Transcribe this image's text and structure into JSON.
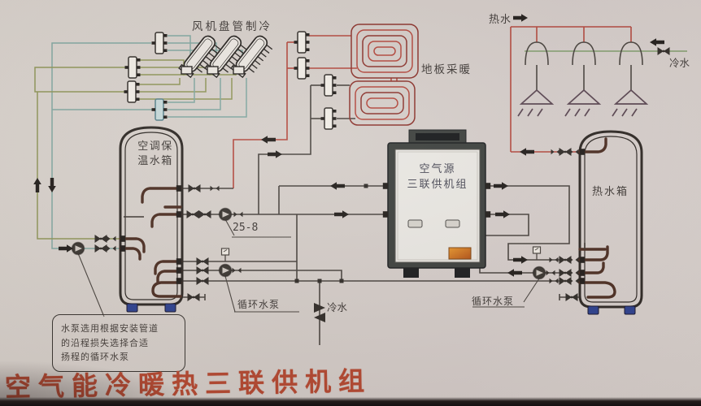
{
  "title": "空气能冷暖热三联供机组",
  "sections": {
    "fan_coil_label": "风机盘管制冷",
    "floor_heating_label": "地板采暖",
    "hot_water_label": "热水",
    "cold_water_inlet_label": "冷水",
    "cold_water_makeup_label": "冷水",
    "ac_tank_label_line1": "空调保",
    "ac_tank_label_line2": "温水箱",
    "hot_tank_label": "热水箱",
    "unit_label_line1": "空气源",
    "unit_label_line2": "三联供机组",
    "pump_model_label": "25-8",
    "circulation_pump_label_left": "循环水泵",
    "circulation_pump_label_right": "循环水泵",
    "note": {
      "line1": "水泵选用根据安装管道",
      "line2": "的沿程损失选择合适",
      "line3": "扬程的循环水泵"
    }
  },
  "icons": {
    "valve": "gate-valve",
    "pump": "circulation-pump",
    "check_valve": "check-valve",
    "gauge": "pressure-gauge",
    "shower": "shower-head"
  },
  "colors": {
    "heating_pipe": "#b2453a",
    "chilled_supply": "#8d9456",
    "chilled_return": "#7fa69f",
    "cold_water": "#7e9c6a",
    "dark_pipe": "#46413c",
    "title_text": "#b4462e",
    "tank_feet": "#2a3f8f",
    "copper_pipe": "#4a2c20"
  }
}
